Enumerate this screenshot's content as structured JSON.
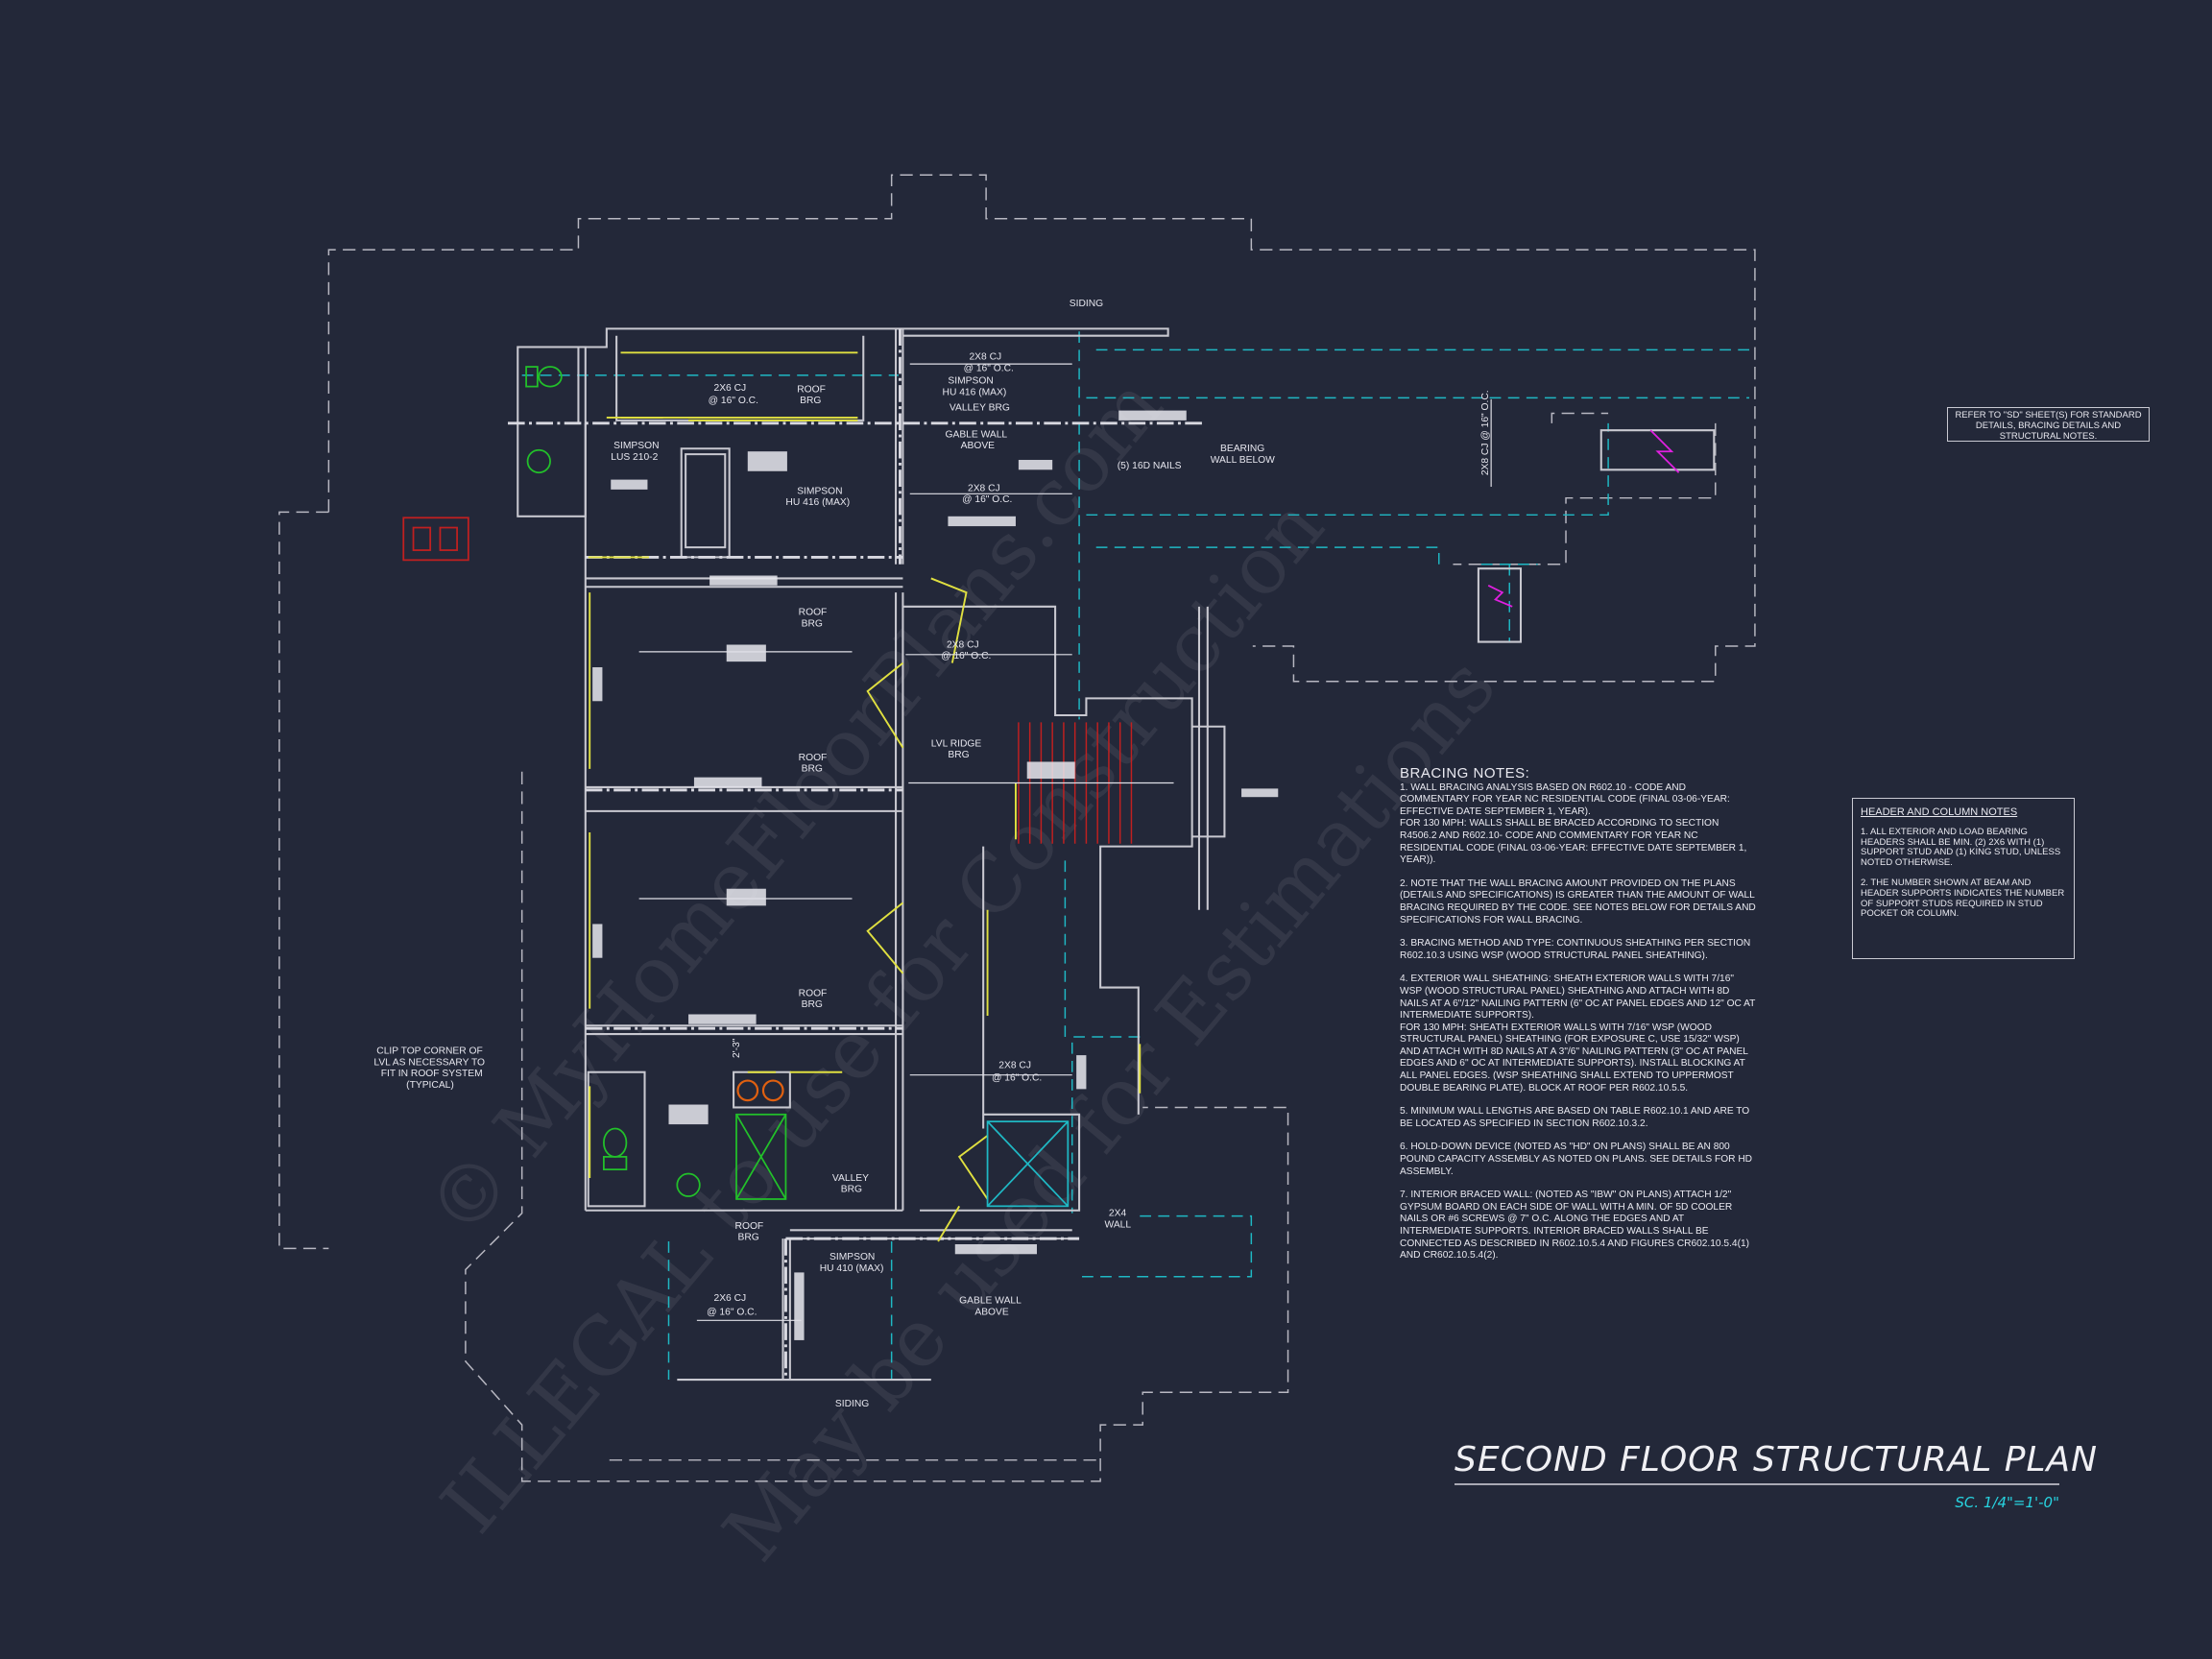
{
  "colors": {
    "background": "#232839",
    "wall": "#c8c8d0",
    "dashed_outline": "#b8b8c2",
    "cyan": "#1fb8c4",
    "yellow": "#e0e040",
    "green": "#22c02a",
    "red": "#c02020",
    "magenta": "#e020e0",
    "scale_text": "#27d3e0"
  },
  "watermarks": [
    "© MyHomeFloorPlans.com",
    "ILLEGAL to use for Construction",
    "May be used for Estimations"
  ],
  "plan_labels": {
    "siding_top": "SIDING",
    "cj_2x8_top_1": "2x8 CJ",
    "cj_2x8_top_2": "@ 16\" O.C.",
    "simpson_hu416_a_1": "SIMPSON",
    "simpson_hu416_a_2": "HU 416 (MAX)",
    "cj_2x6_top_1": "2x6 CJ",
    "cj_2x6_top_2": "@ 16\" O.C.",
    "roof_brg_1a": "ROOF",
    "roof_brg_1b": "BRG",
    "valley_brg_top": "VALLEY BRG",
    "gable_wall_top_1": "GABLE WALL",
    "gable_wall_top_2": "ABOVE",
    "bearing_wall_1": "BEARING",
    "bearing_wall_2": "WALL BELOW",
    "nails": "(5) 16d NAILS",
    "simpson_lus_1": "SIMPSON",
    "simpson_lus_2": "LUS 210-2",
    "simpson_hu416_b_1": "SIMPSON",
    "simpson_hu416_b_2": "HU 416 (MAX)",
    "cj_2x8_mid_1": "2x8 CJ",
    "cj_2x8_mid_2": "@ 16\" O.C.",
    "cj_2x8_vert": "2x8 CJ @ 16\" O.C.",
    "roof_brg_2a": "ROOF",
    "roof_brg_2b": "BRG",
    "cj_2x8_hall_1": "2x8 CJ",
    "cj_2x8_hall_2": "@ 16\" O.C.",
    "lvl_ridge_1": "LVL RIDGE",
    "lvl_ridge_2": "BRG",
    "roof_brg_3a": "ROOF",
    "roof_brg_3b": "BRG",
    "roof_brg_4a": "ROOF",
    "roof_brg_4b": "BRG",
    "clip_1": "CLIP TOP CORNER OF",
    "clip_2": "LVL AS NECESSARY TO",
    "clip_3": "FIT IN ROOF SYSTEM",
    "clip_4": "(TYPICAL)",
    "cj_2x8_low_1": "2x8 CJ",
    "cj_2x8_low_2": "@ 16\" O.C.",
    "valley_brg_low_1": "VALLEY",
    "valley_brg_low_2": "BRG",
    "roof_brg_5a": "ROOF",
    "roof_brg_5b": "BRG",
    "simpson_hu410_1": "SIMPSON",
    "simpson_hu410_2": "HU 410 (MAX)",
    "wall_2x4_1": "2x4",
    "wall_2x4_2": "WALL",
    "cj_2x6_low_1": "2x6 CJ",
    "cj_2x6_low_2": "@ 16\" O.C.",
    "gable_wall_low_1": "GABLE WALL",
    "gable_wall_low_2": "ABOVE",
    "siding_bottom": "SIDING",
    "dim_2_3": "2'-3\""
  },
  "bracing_notes": {
    "title": "BRACING NOTES:",
    "items": [
      "1. WALL BRACING ANALYSIS BASED ON R602.10 - CODE AND COMMENTARY FOR YEAR NC RESIDENTIAL CODE (FINAL 03-06-YEAR: EFFECTIVE DATE SEPTEMBER 1, YEAR).",
      "FOR 130 MPH: WALLS SHALL BE BRACED ACCORDING TO SECTION R4506.2 AND R602.10- CODE AND COMMENTARY FOR YEAR NC RESIDENTIAL CODE (FINAL 03-06-YEAR: EFFECTIVE DATE SEPTEMBER 1, YEAR)).",
      "2. NOTE THAT THE WALL BRACING AMOUNT PROVIDED ON THE PLANS (DETAILS AND SPECIFICATIONS) IS GREATER THAN THE AMOUNT OF WALL BRACING REQUIRED BY THE CODE. SEE NOTES BELOW FOR DETAILS AND SPECIFICATIONS FOR WALL BRACING.",
      "3. BRACING METHOD AND TYPE: CONTINUOUS SHEATHING PER SECTION R602.10.3 USING WSP (WOOD STRUCTURAL PANEL SHEATHING).",
      "4. EXTERIOR WALL SHEATHING: SHEATH EXTERIOR WALLS WITH 7/16\" WSP (WOOD STRUCTURAL PANEL) SHEATHING AND ATTACH WITH 8d NAILS AT A 6\"/12\" NAILING PATTERN (6\" OC AT PANEL EDGES AND 12\" OC AT INTERMEDIATE SUPPORTS).",
      "FOR 130 MPH: SHEATH EXTERIOR WALLS WITH 7/16\" WSP (WOOD STRUCTURAL PANEL) SHEATHING (FOR EXPOSURE C, USE 15/32\" WSP) AND ATTACH WITH 8d NAILS AT A 3\"/6\" NAILING PATTERN (3\" OC AT PANEL EDGES AND 6\" OC AT INTERMEDIATE SUPPORTS). INSTALL BLOCKING AT ALL PANEL EDGES. (WSP SHEATHING SHALL EXTEND TO UPPERMOST DOUBLE BEARING PLATE). BLOCK AT ROOF PER R602.10.5.5.",
      "5. MINIMUM WALL LENGTHS ARE BASED ON TABLE R602.10.1 AND ARE TO BE LOCATED AS SPECIFIED IN SECTION R602.10.3.2.",
      "6. HOLD-DOWN DEVICE (NOTED AS \"HD\" ON PLANS) SHALL BE AN 800 POUND CAPACITY ASSEMBLY AS NOTED ON PLANS. SEE DETAILS FOR HD ASSEMBLY.",
      "7. INTERIOR BRACED WALL: (NOTED AS \"IBW\" ON PLANS) ATTACH 1/2\" GYPSUM BOARD ON EACH SIDE OF WALL WITH A MIN. OF 5d COOLER NAILS OR #6 SCREWS @ 7\" O.C. ALONG THE EDGES AND AT INTERMEDIATE SUPPORTS. INTERIOR BRACED WALLS SHALL BE CONNECTED AS DESCRIBED IN R602.10.5.4 AND FIGURES CR602.10.5.4(1) AND CR602.10.5.4(2)."
    ]
  },
  "refer_note": "REFER TO \"SD\" SHEET(S) FOR STANDARD DETAILS, BRACING DETAILS AND STRUCTURAL NOTES.",
  "header_notes": {
    "title": "HEADER AND COLUMN NOTES",
    "items": [
      "1. ALL EXTERIOR AND LOAD BEARING HEADERS SHALL BE MIN. (2) 2x6 WITH (1) SUPPORT STUD AND (1) KING STUD, UNLESS NOTED OTHERWISE.",
      "2. THE NUMBER SHOWN AT BEAM AND HEADER SUPPORTS INDICATES THE NUMBER OF SUPPORT STUDS REQUIRED IN STUD POCKET OR COLUMN."
    ]
  },
  "title_block": {
    "title": "SECOND FLOOR STRUCTURAL PLAN",
    "scale": "SC. 1/4\"=1'-0\""
  }
}
